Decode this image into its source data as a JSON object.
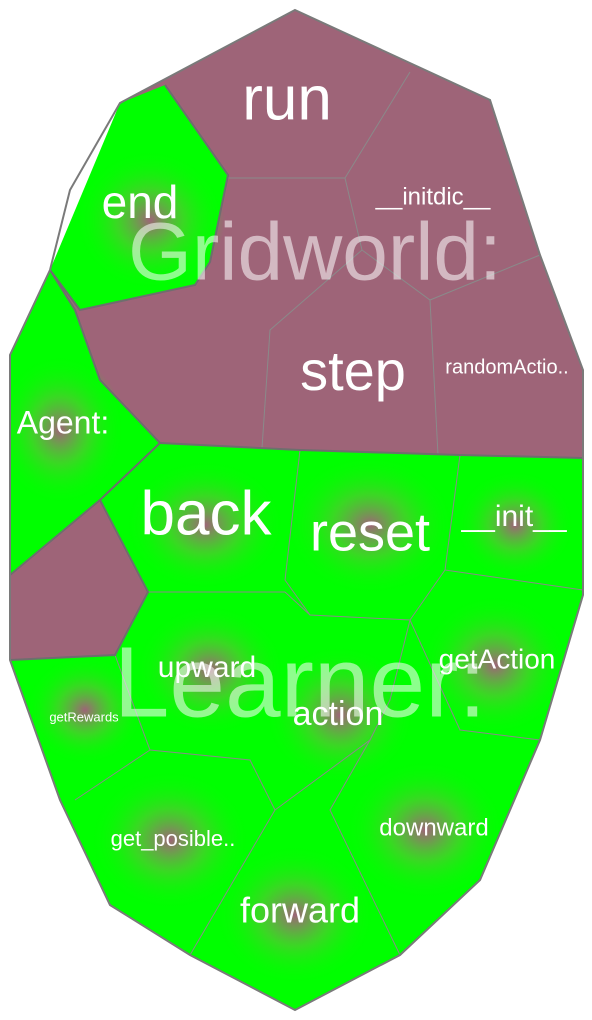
{
  "colors": {
    "gridworld": "#9e6478",
    "learner": "#00ff00",
    "learner_dot": "#9e6478",
    "border": "#7a7a7a"
  },
  "groups": {
    "gridworld": "Gridworld:",
    "learner": "Learner:",
    "agent": "Agent:"
  },
  "cells": {
    "run": "run",
    "initdic": "__initdic__",
    "end": "end",
    "step": "step",
    "randomAction": "randomActio..",
    "back": "back",
    "reset": "reset",
    "init": "__init__",
    "upward": "upward",
    "action": "action",
    "getAction": "getAction",
    "getRewards": "getRewards",
    "get_posible": "get_posible..",
    "downward": "downward",
    "forward": "forward"
  }
}
